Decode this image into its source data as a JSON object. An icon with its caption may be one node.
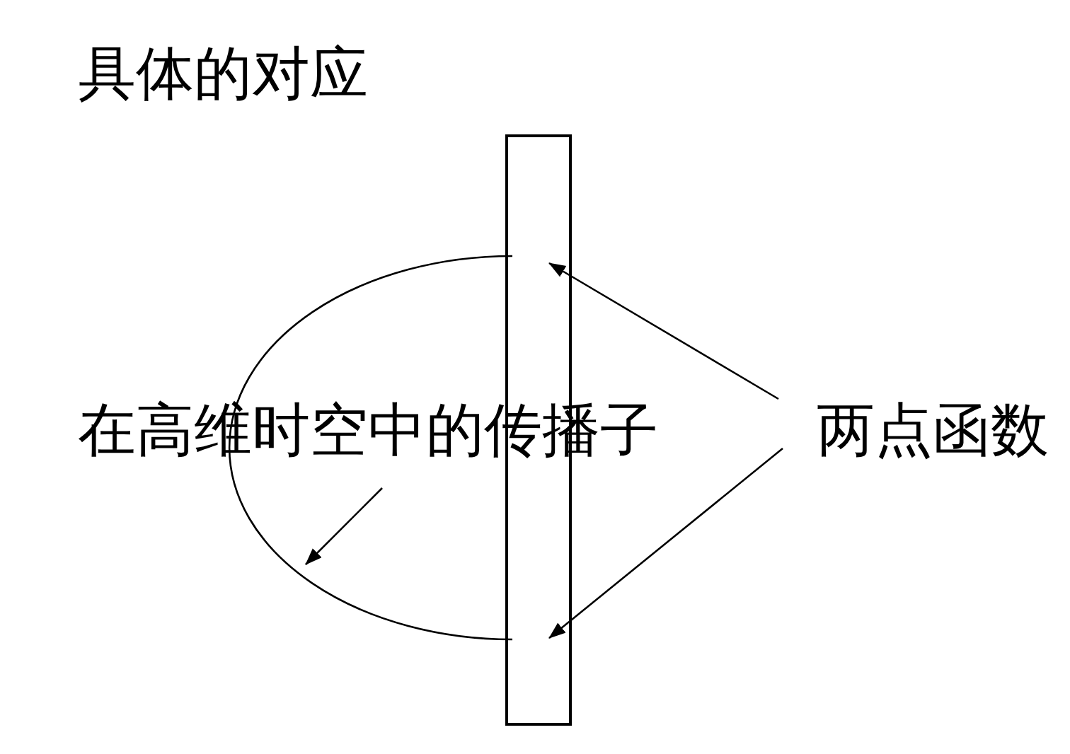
{
  "diagram": {
    "title": "具体的对应",
    "nodes": [
      {
        "text": [
          "在高维时空中的传播子"
        ]
      },
      {
        "text": [
          "两点函数"
        ]
      },
      {
        "text": [],
        "shape": "arc"
      },
      {
        "text": [],
        "shape": "box"
      }
    ],
    "edges": [
      {
        "from": 0,
        "to": 2,
        "arrow": "to"
      },
      {
        "from": 1,
        "to": 3,
        "arrow": "to"
      },
      {
        "from": 1,
        "to": 3,
        "arrow": "to"
      }
    ]
  }
}
